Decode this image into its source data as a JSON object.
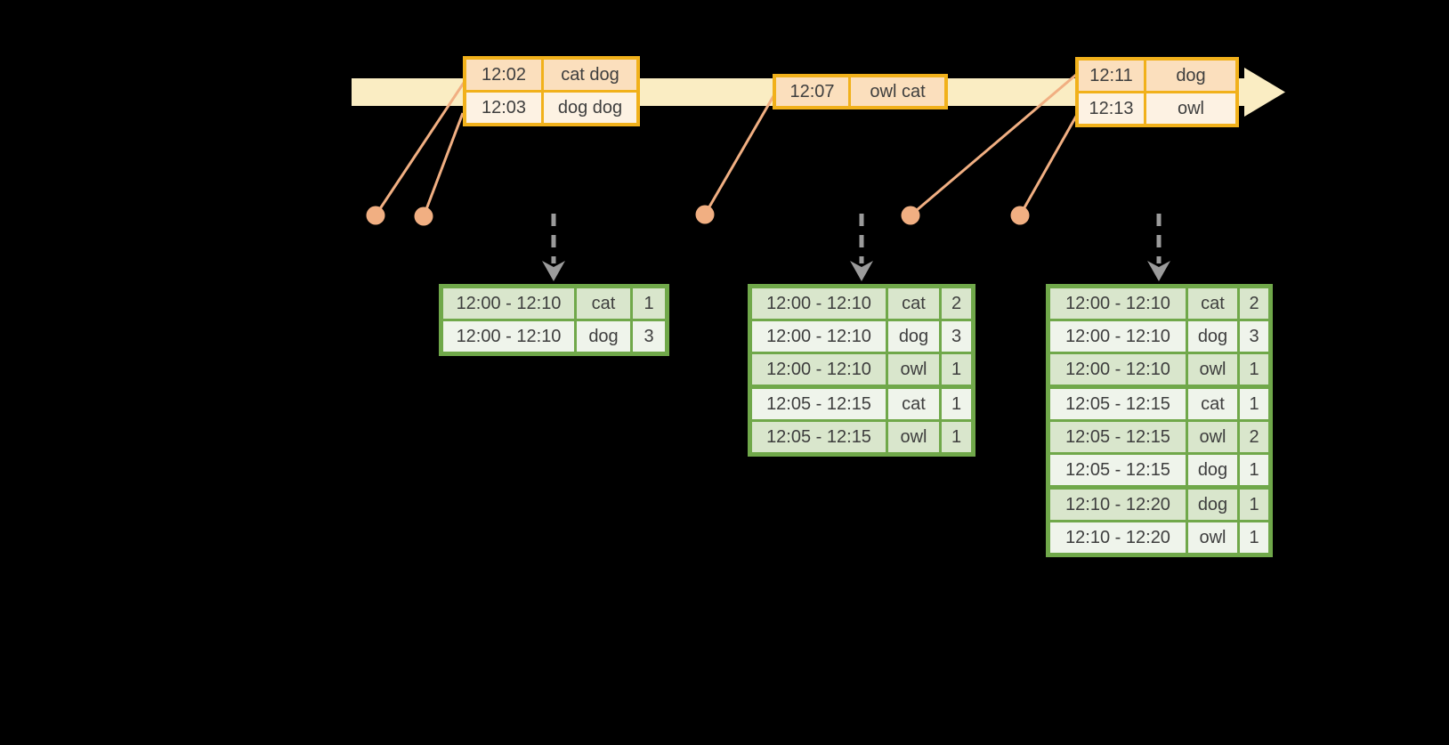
{
  "colors": {
    "background": "#000000",
    "timeline_band": "#faedc3",
    "event_table_border": "#f1b11b",
    "event_row_dark": "#fbdfbd",
    "event_row_light": "#fdf2e3",
    "marker_dot": "#f1af82",
    "trigger_arrow_gray": "#9b9b9b",
    "result_table_border": "#70a84a",
    "result_row_dark": "#d9e6cc",
    "result_row_light": "#eff4eb",
    "text": "#3e3e3e"
  },
  "timeline_events": [
    {
      "rows": [
        {
          "time": "12:02",
          "words": "cat dog"
        },
        {
          "time": "12:03",
          "words": "dog dog"
        }
      ]
    },
    {
      "rows": [
        {
          "time": "12:07",
          "words": "owl cat"
        }
      ]
    },
    {
      "rows": [
        {
          "time": "12:11",
          "words": "dog"
        },
        {
          "time": "12:13",
          "words": "owl"
        }
      ]
    }
  ],
  "result_tables": [
    {
      "rows": [
        {
          "window": "12:00 - 12:10",
          "word": "cat",
          "count": "1"
        },
        {
          "window": "12:00 - 12:10",
          "word": "dog",
          "count": "3"
        }
      ]
    },
    {
      "rows": [
        {
          "window": "12:00 - 12:10",
          "word": "cat",
          "count": "2"
        },
        {
          "window": "12:00 - 12:10",
          "word": "dog",
          "count": "3"
        },
        {
          "window": "12:00 - 12:10",
          "word": "owl",
          "count": "1"
        },
        {
          "window": "12:05 - 12:15",
          "word": "cat",
          "count": "1",
          "new_group": true
        },
        {
          "window": "12:05 - 12:15",
          "word": "owl",
          "count": "1"
        }
      ]
    },
    {
      "rows": [
        {
          "window": "12:00 - 12:10",
          "word": "cat",
          "count": "2"
        },
        {
          "window": "12:00 - 12:10",
          "word": "dog",
          "count": "3"
        },
        {
          "window": "12:00 - 12:10",
          "word": "owl",
          "count": "1"
        },
        {
          "window": "12:05 - 12:15",
          "word": "cat",
          "count": "1",
          "new_group": true
        },
        {
          "window": "12:05 - 12:15",
          "word": "owl",
          "count": "2"
        },
        {
          "window": "12:05 - 12:15",
          "word": "dog",
          "count": "1"
        },
        {
          "window": "12:10 - 12:20",
          "word": "dog",
          "count": "1",
          "new_group": true
        },
        {
          "window": "12:10 - 12:20",
          "word": "owl",
          "count": "1"
        }
      ]
    }
  ]
}
